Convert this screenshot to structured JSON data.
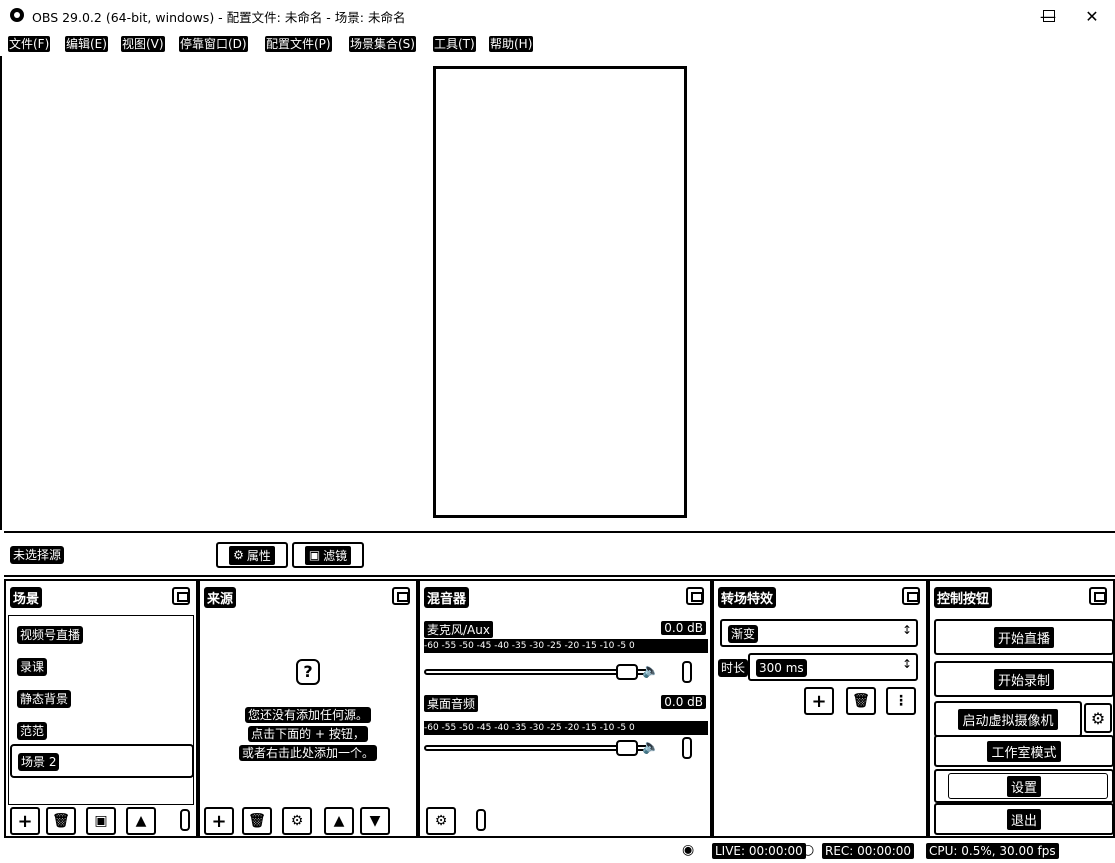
{
  "window": {
    "title": "OBS 29.0.2 (64-bit, windows) - 配置文件: 未命名 - 场景: 未命名"
  },
  "menu": [
    "文件(F)",
    "编辑(E)",
    "视图(V)",
    "停靠窗口(D)",
    "配置文件(P)",
    "场景集合(S)",
    "工具(T)",
    "帮助(H)"
  ],
  "source_toolbar": {
    "no_source": "未选择源",
    "properties": "属性",
    "filters": "滤镜"
  },
  "scenes": {
    "title": "场景",
    "items": [
      "视频号直播",
      "录课",
      "静态背景",
      "范范",
      "场景 2"
    ],
    "selected_index": 4
  },
  "sources": {
    "title": "来源",
    "empty_lines": [
      "您还没有添加任何源。",
      "点击下面的 + 按钮，",
      "或者右击此处添加一个。"
    ]
  },
  "mixer": {
    "title": "混音器",
    "scale": "-60 -55 -50 -45 -40 -35 -30 -25 -20 -15 -10 -5 0",
    "channels": [
      {
        "name": "麦克风/Aux",
        "level": "0.0 dB"
      },
      {
        "name": "桌面音频",
        "level": "0.0 dB"
      }
    ]
  },
  "transitions": {
    "title": "转场特效",
    "selected": "渐变",
    "duration_label": "时长",
    "duration_value": "300 ms"
  },
  "controls": {
    "title": "控制按钮",
    "start_stream": "开始直播",
    "start_record": "开始录制",
    "virtual_cam": "启动虚拟摄像机",
    "studio_mode": "工作室模式",
    "settings": "设置",
    "exit": "退出"
  },
  "status": {
    "live": "LIVE: 00:00:00",
    "rec": "REC: 00:00:00",
    "cpu": "CPU: 0.5%, 30.00 fps"
  }
}
